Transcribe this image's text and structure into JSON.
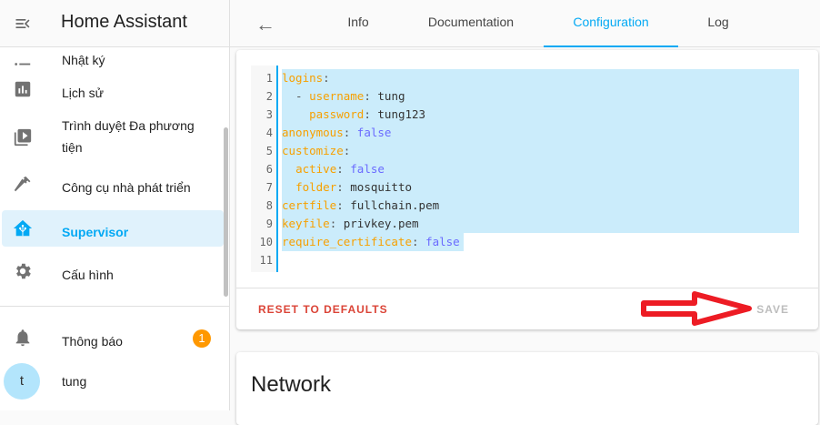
{
  "sidebar": {
    "title": "Home Assistant",
    "items": [
      {
        "label": "Nhật ký",
        "icon": "list-icon"
      },
      {
        "label": "Lịch sử",
        "icon": "chart-bar-icon"
      },
      {
        "label": "Trình duyệt Đa phương tiện",
        "icon": "play-box-multiple-icon"
      },
      {
        "label": "Công cụ nhà phát triển",
        "icon": "hammer-icon"
      },
      {
        "label": "Supervisor",
        "icon": "home-assistant-icon"
      },
      {
        "label": "Cấu hình",
        "icon": "gear-icon"
      }
    ],
    "notifications": {
      "label": "Thông báo",
      "count": "1"
    },
    "user": {
      "initial": "t",
      "name": "tung"
    }
  },
  "tabs": [
    {
      "label": "Info"
    },
    {
      "label": "Documentation"
    },
    {
      "label": "Configuration",
      "active": true
    },
    {
      "label": "Log"
    }
  ],
  "editor": {
    "line_numbers": [
      "1",
      "2",
      "3",
      "4",
      "5",
      "6",
      "7",
      "8",
      "9",
      "10",
      "11"
    ]
  },
  "actions": {
    "reset": "RESET TO DEFAULTS",
    "save": "SAVE"
  },
  "network": {
    "title": "Network"
  },
  "colors": {
    "accent": "#03a9f4",
    "badge": "#ff9800",
    "reset": "#db4437",
    "annotation_arrow": "#ed1c24"
  }
}
